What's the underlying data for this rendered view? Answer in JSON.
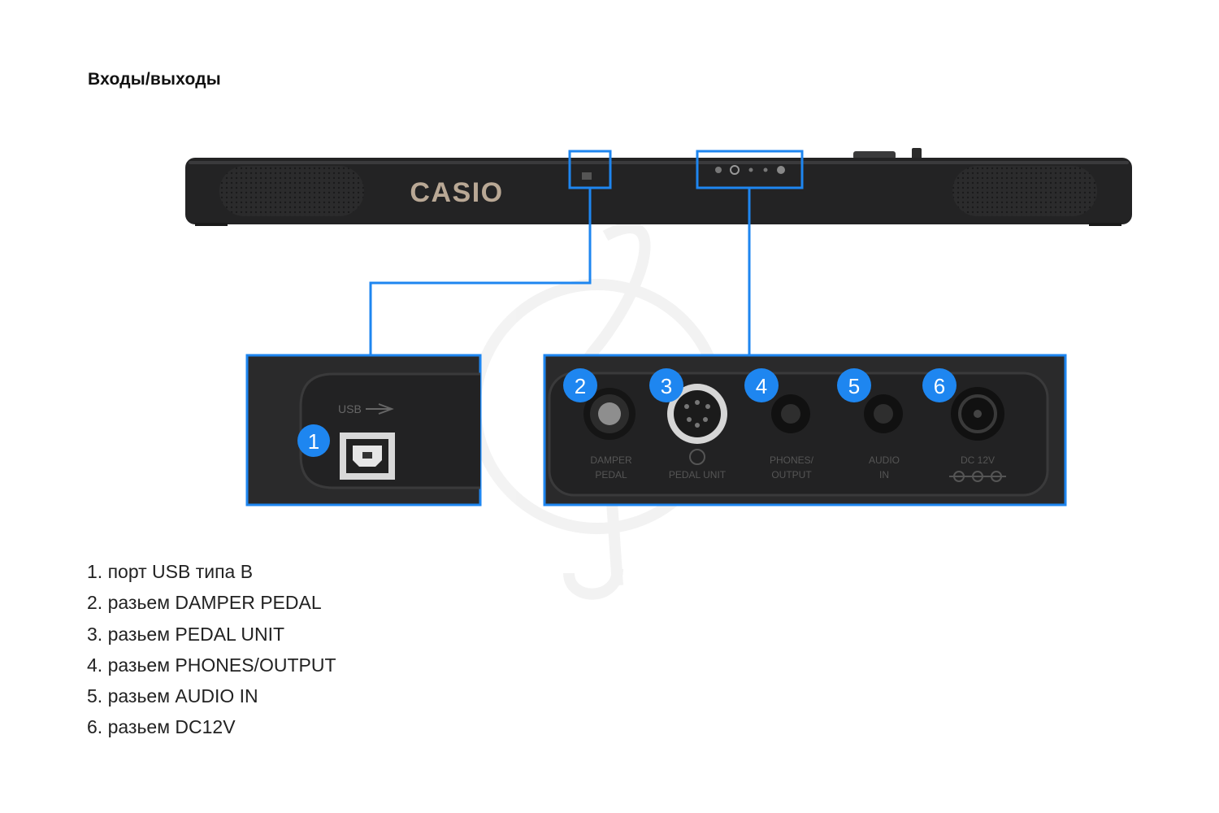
{
  "heading": "Входы/выходы",
  "brand_logo": "CASIO",
  "colors": {
    "accent_blue": "#1e86f0",
    "panel_dark": "#2a2a2b",
    "body_dark": "#232324",
    "logo_tan": "#b9a895"
  },
  "usb_panel": {
    "usb_label": "USB",
    "callout": "1"
  },
  "jack_panel": {
    "callouts": [
      "2",
      "3",
      "4",
      "5",
      "6"
    ],
    "labels": [
      {
        "line1": "DAMPER",
        "line2": "PEDAL"
      },
      {
        "line1": "PEDAL UNIT",
        "line2": ""
      },
      {
        "line1": "PHONES/",
        "line2": "OUTPUT"
      },
      {
        "line1": "AUDIO",
        "line2": "IN"
      },
      {
        "line1": "DC 12V",
        "line2": ""
      }
    ]
  },
  "legend": [
    "1. порт USB типа B",
    "2. разьем DAMPER PEDAL",
    "3. разьем PEDAL UNIT",
    "4. разьем PHONES/OUTPUT",
    "5. разьем AUDIO IN",
    "6. разьем DC12V"
  ]
}
